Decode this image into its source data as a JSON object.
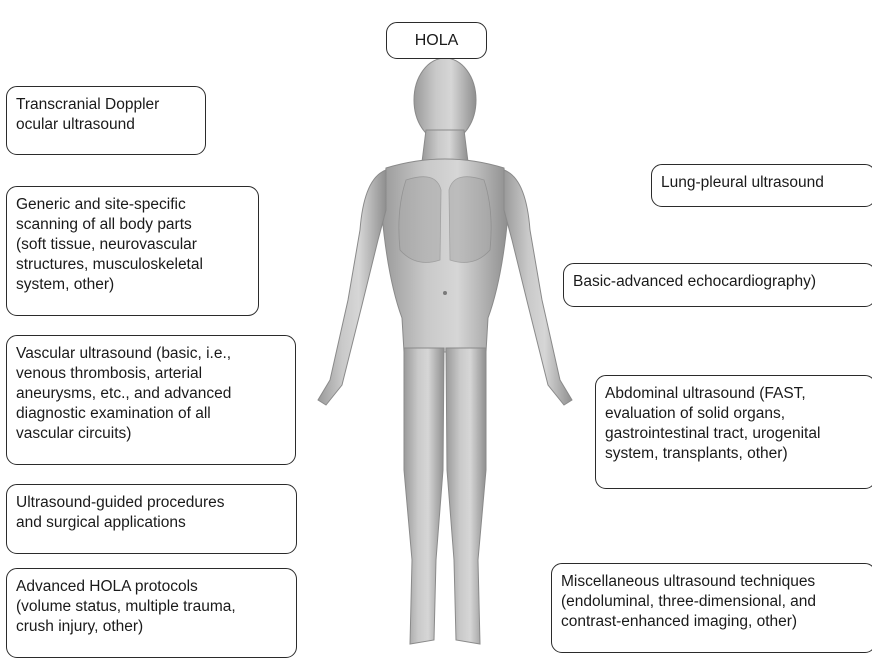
{
  "diagram": {
    "title": "HOLA",
    "left_boxes": [
      "Transcranial Doppler\nocular ultrasound",
      "Generic and site-specific\nscanning of all body parts\n(soft tissue, neurovascular\nstructures, musculoskeletal\nsystem, other)",
      "Vascular ultrasound (basic, i.e.,\nvenous thrombosis, arterial\naneurysms, etc., and advanced\ndiagnostic examination of all\nvascular circuits)",
      "Ultrasound-guided procedures\nand surgical applications",
      "Advanced HOLA protocols\n(volume status, multiple trauma,\ncrush injury, other)"
    ],
    "right_boxes": [
      "Lung-pleural ultrasound",
      "Basic-advanced echocardiography)",
      "Abdominal ultrasound (FAST,\nevaluation of solid organs,\ngastrointestinal tract, urogenital\nsystem, transplants, other)",
      "Miscellaneous ultrasound techniques\n(endoluminal, three-dimensional, and\ncontrast-enhanced imaging, other)"
    ]
  }
}
